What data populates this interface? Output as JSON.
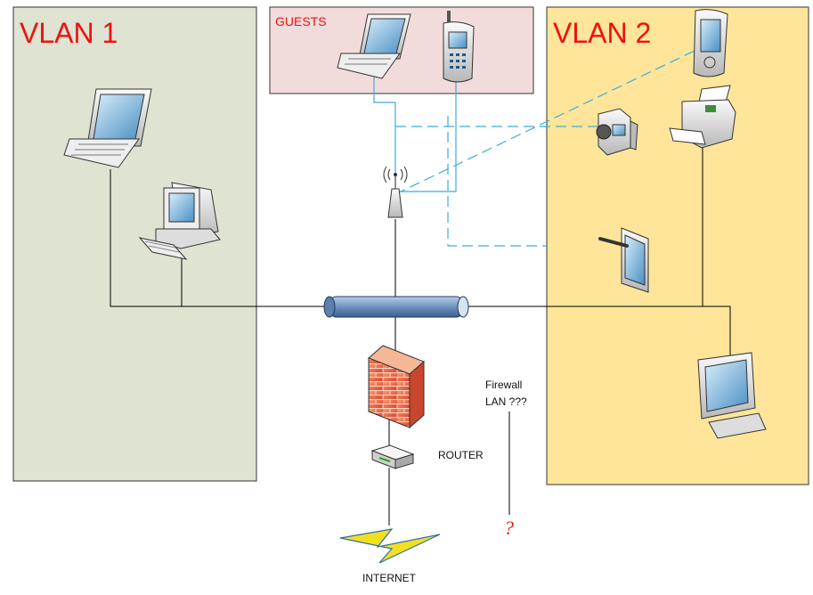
{
  "zones": {
    "vlan1": {
      "label": "VLAN 1",
      "color": "#dfe3d2"
    },
    "guests": {
      "label": "GUESTS",
      "color": "#f2dcdb"
    },
    "vlan2": {
      "label": "VLAN 2",
      "color": "#ffe59a"
    }
  },
  "labels": {
    "router": "ROUTER",
    "internet": "INTERNET",
    "firewall_lan_line1": "Firewall",
    "firewall_lan_line2": "LAN ???",
    "question_mark": "?"
  },
  "colors": {
    "wired_link": "#000000",
    "wireless_link": "#3aaedb",
    "zone_title": "#ee1111",
    "firewall_brick": "#e8603c",
    "lightning": "#f0e020"
  },
  "icons": [
    "laptop-icon",
    "desktop-computer-icon",
    "smartphone-icon",
    "pda-icon",
    "camcorder-icon",
    "printer-icon",
    "tablet-icon",
    "monitor-icon",
    "wireless-access-point-icon",
    "network-bus-icon",
    "firewall-icon",
    "router-icon",
    "lightning-icon"
  ]
}
